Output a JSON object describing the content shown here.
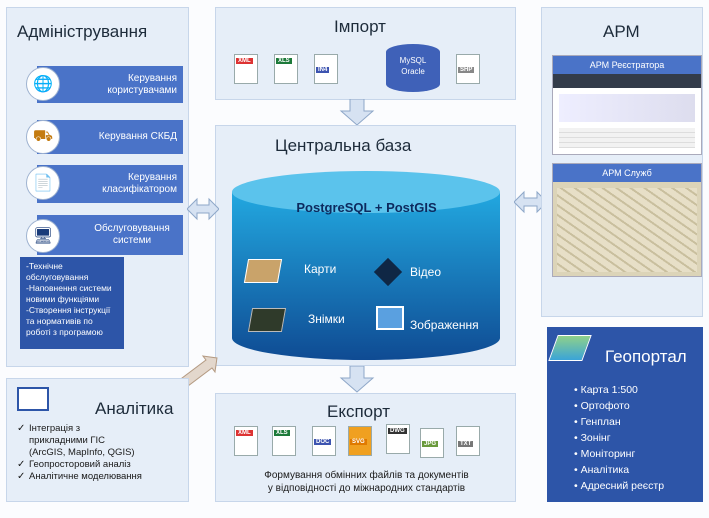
{
  "admin": {
    "title": "Адміністрування",
    "items": [
      {
        "label": "Керування користувачами",
        "icon": "globe-gear-icon"
      },
      {
        "label": "Керування СКБД",
        "icon": "database-gear-icon"
      },
      {
        "label": "Керування класифікатором",
        "icon": "document-gear-icon"
      },
      {
        "label": "Обслуговування системи",
        "icon": "monitor-user-icon"
      }
    ],
    "service_list": [
      "-Технічне",
      "обслуговування",
      "-Наповнення системи",
      "новими функціями",
      "-Створення інструкції",
      "та нормативів по",
      "роботі з програмою"
    ]
  },
  "import": {
    "title": "Імпорт",
    "files": [
      "XML",
      "XLS",
      "IN4",
      "SHP"
    ],
    "db_label_1": "MySQL",
    "db_label_2": "Oracle"
  },
  "central": {
    "title": "Центральна база",
    "db_title": "PostgreSQL  + PostGIS",
    "items": [
      "Карти",
      "Відео",
      "Знімки",
      "Зображення"
    ]
  },
  "arm": {
    "title": "АРМ",
    "registrar": "АРМ Реєстратора",
    "services": "АРМ Служб"
  },
  "geoportal": {
    "title": "Геопортал",
    "items": [
      "Карта 1:500",
      "Ортофото",
      "Генплан",
      "Зонінг",
      "Моніторинг",
      "Аналітика",
      "Адресний реєстр"
    ]
  },
  "analytics": {
    "title": "Аналітика",
    "items": [
      "Інтеграція з",
      "прикладними ГІС",
      "(ArcGIS, MapInfo, QGIS)",
      "Геопросторовий аналіз",
      "Аналітичне моделювання"
    ]
  },
  "export": {
    "title": "Експорт",
    "files": [
      "XML",
      "XLS",
      "DOC",
      "SVG",
      "DWG",
      "JPG",
      "TXT"
    ],
    "caption_1": "Формування обмінних файлів та документів",
    "caption_2": "у відповідності до міжнародних стандартів"
  },
  "colors": {
    "panel": "#e6eef8",
    "blue_button": "#4a73c8",
    "dark_blue": "#2d55a8",
    "cylinder": "#1fa0d8"
  }
}
